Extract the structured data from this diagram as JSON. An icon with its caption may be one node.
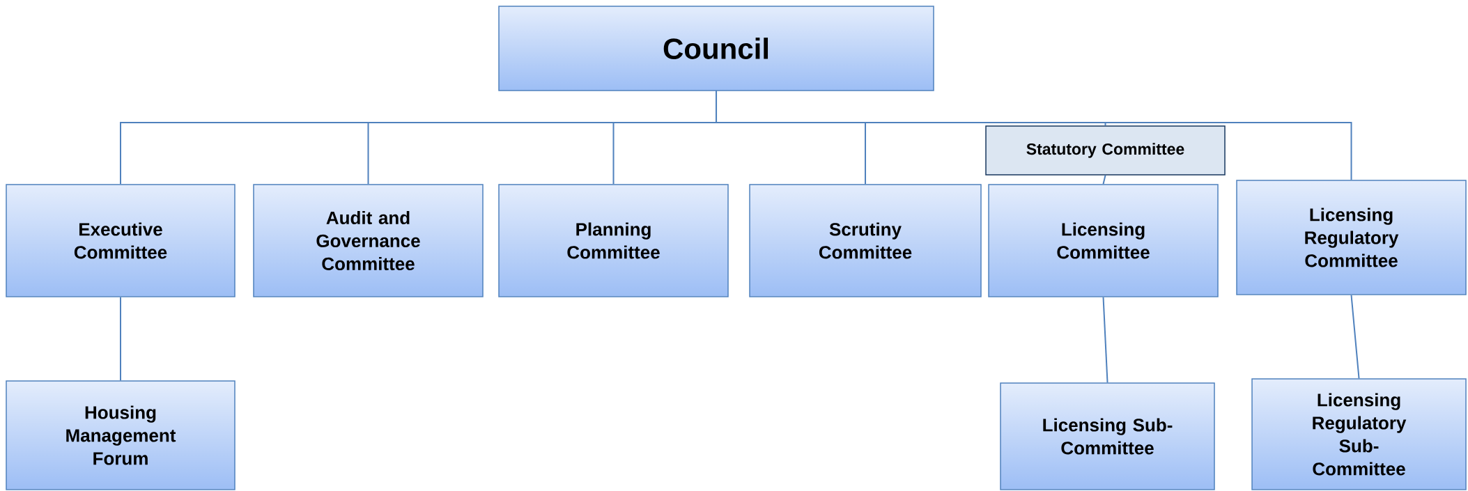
{
  "diagram": {
    "nodes": [
      {
        "text": [
          "Council"
        ]
      },
      {
        "text": [
          "Executive Committee"
        ]
      },
      {
        "text": [
          "Audit and Governance Committee"
        ]
      },
      {
        "text": [
          "Planning Committee"
        ]
      },
      {
        "text": [
          "Scrutiny Committee"
        ]
      },
      {
        "text": [
          "Statutory Committee"
        ]
      },
      {
        "text": [
          "Licensing Committee"
        ]
      },
      {
        "text": [
          "Licensing Regulatory Committee"
        ]
      },
      {
        "text": [
          "Housing Management Forum"
        ]
      },
      {
        "text": [
          "Licensing Sub-Committee"
        ]
      },
      {
        "text": [
          "Licensing Regulatory Sub-Committee"
        ]
      }
    ],
    "edges": [
      {
        "from": 0,
        "to": 1,
        "arrow": "none"
      },
      {
        "from": 0,
        "to": 2,
        "arrow": "none"
      },
      {
        "from": 0,
        "to": 3,
        "arrow": "none"
      },
      {
        "from": 0,
        "to": 4,
        "arrow": "none"
      },
      {
        "from": 0,
        "to": 5,
        "arrow": "none"
      },
      {
        "from": 5,
        "to": 6,
        "arrow": "none"
      },
      {
        "from": 0,
        "to": 7,
        "arrow": "none"
      },
      {
        "from": 1,
        "to": 8,
        "arrow": "none"
      },
      {
        "from": 6,
        "to": 9,
        "arrow": "none"
      },
      {
        "from": 7,
        "to": 10,
        "arrow": "none"
      }
    ]
  }
}
